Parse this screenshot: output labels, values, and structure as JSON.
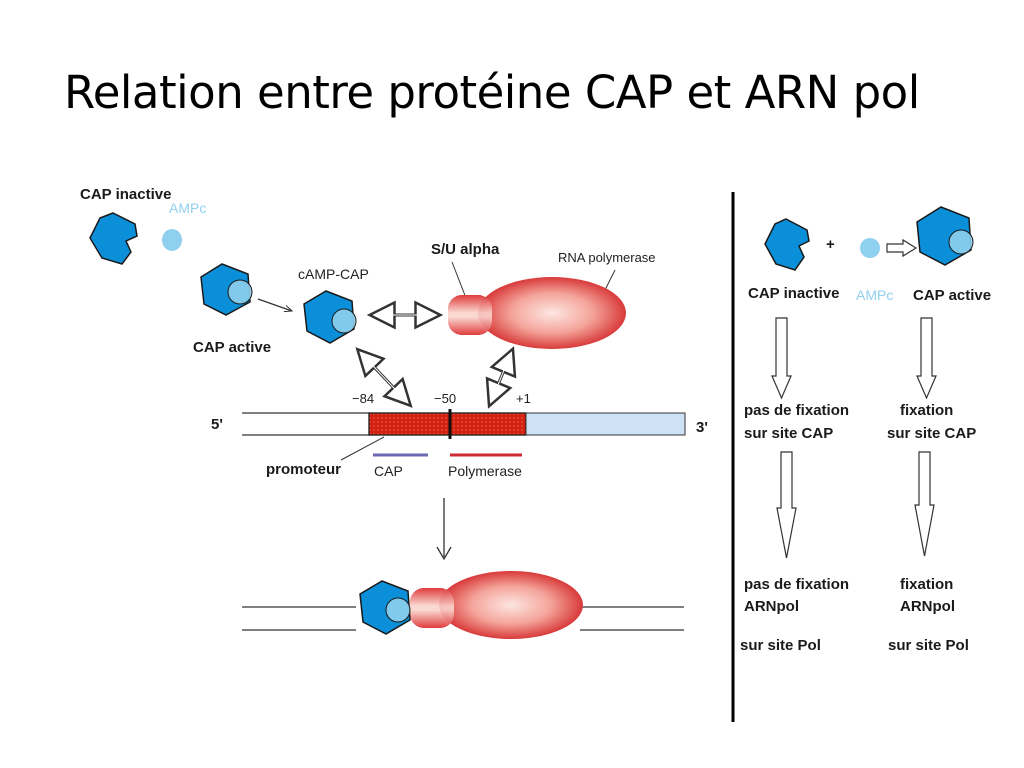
{
  "title": "Relation entre protéine CAP et ARN pol",
  "colors": {
    "cap_blue": "#0a8fd8",
    "campc_light": "#8fd0ee",
    "polymerase_red": "#e14a4a",
    "polymerase_light": "#fde6e2",
    "promoter_red": "#d3200f",
    "dna_blue": "#cde2f4",
    "cap_bar": "#6a68b0",
    "pol_bar": "#cc2a30"
  },
  "left": {
    "cap_inactive": "CAP inactive",
    "ampc": "AMPc",
    "cap_active": "CAP active",
    "camp_cap": "cAMP-CAP",
    "su_alpha": "S/U alpha",
    "rna_polymerase": "RNA polymerase",
    "pos_minus84": "−84",
    "pos_minus50": "−50",
    "pos_plus1": "+1",
    "five_prime": "5'",
    "three_prime": "3'",
    "promoteur": "promoteur",
    "cap_site": "CAP",
    "polymerase_site": "Polymerase"
  },
  "right": {
    "plus": "+",
    "cap_inactive": "CAP inactive",
    "ampc": "AMPc",
    "cap_active": "CAP active",
    "left_step1_line1": "pas de fixation",
    "left_step1_line2": "sur site CAP",
    "right_step1_line1": "fixation",
    "right_step1_line2": "sur site CAP",
    "left_step2_line1": "pas de fixation",
    "left_step2_line2": "ARNpol",
    "left_step2_line3": "sur site Pol",
    "right_step2_line1": "fixation",
    "right_step2_line2": "ARNpol",
    "right_step2_line3": "sur site Pol"
  }
}
